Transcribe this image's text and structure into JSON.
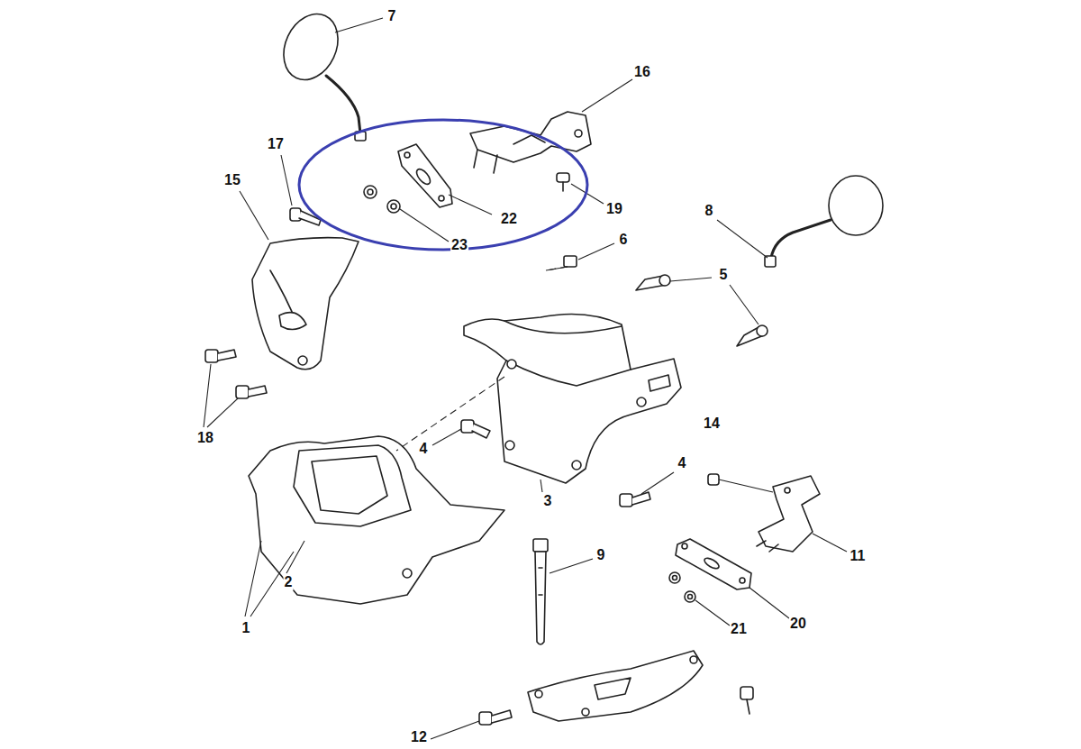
{
  "diagram": {
    "labels": [
      "7",
      "16",
      "17",
      "15",
      "19",
      "22",
      "23",
      "8",
      "6",
      "5",
      "18",
      "4",
      "14",
      "4",
      "3",
      "9",
      "11",
      "2",
      "20",
      "21",
      "1",
      "12"
    ]
  }
}
